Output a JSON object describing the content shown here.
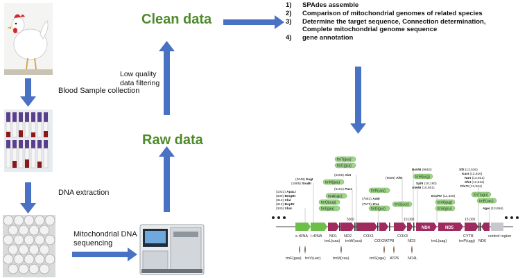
{
  "labels": {
    "blood_sample": "Blood Sample collection",
    "dna_extraction": "DNA extraction",
    "mito_seq_line1": "Mitochondrial DNA",
    "mito_seq_line2": "sequencing",
    "low_quality_line1": "Low quality",
    "low_quality_line2": "data filtering",
    "clean_data": "Clean data",
    "raw_data": "Raw data"
  },
  "steps": [
    {
      "num": "1)",
      "text": "SPAdes assemble"
    },
    {
      "num": "2)",
      "text": "Comparison of mitochondrial genomes of related species"
    },
    {
      "num": "3)",
      "text": "Determine the target sequence, Connection determination, Complete mitochondrial genome sequence"
    },
    {
      "num": "4)",
      "text": "gene annotation"
    }
  ],
  "genome_map": {
    "scale_ticks": [
      "5000",
      "10,000",
      "15,000"
    ],
    "restriction_sites": [
      {
        "name": "XbaI",
        "pos": "(340)"
      },
      {
        "name": "BspDI",
        "pos": "(612)"
      },
      {
        "name": "ClaI",
        "pos": "(612)"
      },
      {
        "name": "BmgBI",
        "pos": "(839)"
      },
      {
        "name": "ApaLI",
        "pos": "(1031)"
      },
      {
        "name": "SnaBI",
        "pos": "(1885)"
      },
      {
        "name": "EagI",
        "pos": "(2049)"
      },
      {
        "name": "PacI",
        "pos": "(5191)"
      },
      {
        "name": "AleI",
        "pos": "(5298)"
      },
      {
        "name": "ZraI",
        "pos": "(7579)"
      },
      {
        "name": "AatII",
        "pos": "(7581)"
      },
      {
        "name": "AfeI",
        "pos": "(9598)"
      },
      {
        "name": "BsiWI",
        "pos": "(9663)"
      },
      {
        "name": "SphI",
        "pos": "(10,180)"
      },
      {
        "name": "AlwNI",
        "pos": "(10,601)"
      },
      {
        "name": "EcoRV",
        "pos": "(11,328)"
      },
      {
        "name": "SfiI",
        "pos": "(13,536)"
      },
      {
        "name": "KasI",
        "pos": "(13,920)"
      },
      {
        "name": "NarI",
        "pos": "(13,921)"
      },
      {
        "name": "SfoI",
        "pos": "(13,922)"
      },
      {
        "name": "PluTI",
        "pos": "(13,924)"
      },
      {
        "name": "AgeI",
        "pos": "(13,656)"
      }
    ],
    "trna_top": [
      "trnT(gua)",
      "trnC(gca)",
      "trnN(guu)",
      "trnA(ugc)",
      "trnQ(uug)",
      "trnI(gau)",
      "trnK(uuu)",
      "trnD(guc)",
      "trnG(ucc)",
      "trnR(ucg)",
      "trnH(gug)",
      "trnS(gcu)",
      "trnT(ugu)",
      "trnE(uuc)"
    ],
    "genes_below": [
      "s-rRNA",
      "l-rRNA",
      "ND1",
      "trnL(uaa)",
      "ND2",
      "trnW(uca)",
      "COX1",
      "COX2",
      "COX3",
      "ND3",
      "trnL(uag)",
      "CYTB",
      "trnP(ugg)",
      "ND6",
      "control region"
    ],
    "genes_on_bar": [
      "ND4",
      "ND5"
    ],
    "trna_bottom": [
      "trnF(gaa)",
      "trnV(uac)",
      "trnM(cau)",
      "trnS(uga)",
      "ATP6",
      "ND4L"
    ],
    "below_inline": [
      "ATP8"
    ]
  },
  "colors": {
    "arrow_blue": "#4a72c4",
    "green_text": "#4e8a2a",
    "rrna_green": "#6cc04a",
    "gene_magenta": "#9e2a5e",
    "trna_fill": "#9fd58a"
  }
}
